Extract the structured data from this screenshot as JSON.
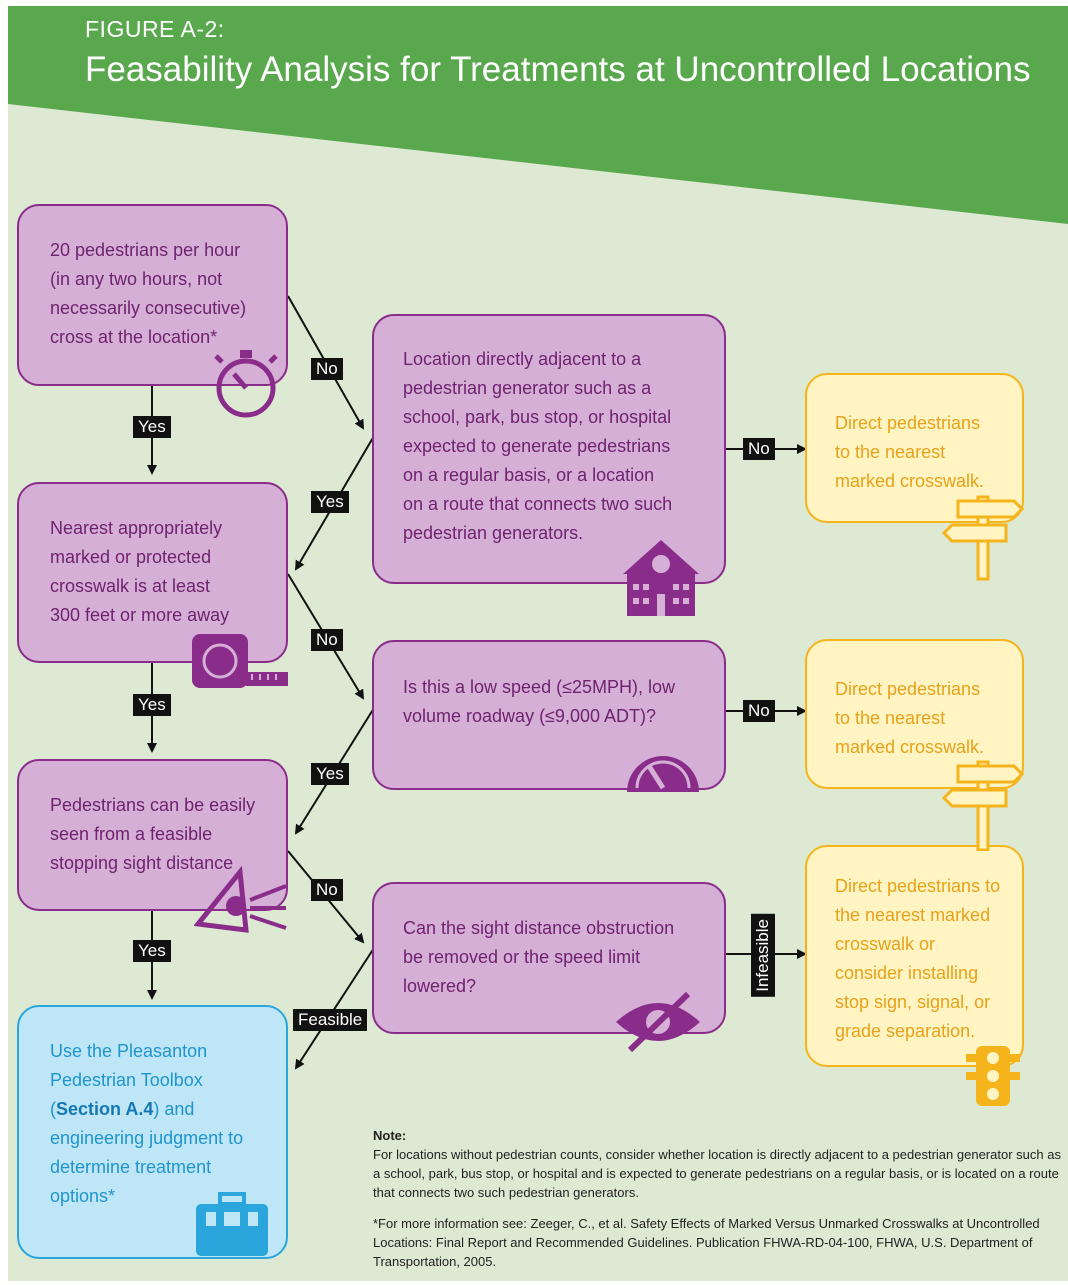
{
  "figure": {
    "number": "FIGURE A-2:",
    "title": "Feasability Analysis for Treatments at Uncontrolled Locations"
  },
  "colors": {
    "banner_green": "#5aa84e",
    "background": "#dde9d2",
    "purple_fill": "#d6afd6",
    "purple_border": "#8a2d8a",
    "yellow_fill": "#fff4c2",
    "yellow_border": "#f5b41c",
    "blue_fill": "#bfe6f7",
    "blue_border": "#2aa6dc"
  },
  "nodes": {
    "q_pedestrians": [
      "20 pedestrians per hour",
      "(in any two hours, not",
      "necessarily consecutive)",
      "cross at the location*"
    ],
    "q_generator": [
      "Location directly adjacent to a",
      "pedestrian generator such as a",
      "school, park, bus stop, or hospital",
      "expected to generate pedestrians",
      "on a regular basis, or a location",
      "on a route that connects two such",
      "pedestrian generators."
    ],
    "q_crosswalk": [
      "Nearest appropriately",
      "marked or protected",
      "crosswalk is at least",
      "300 feet or more away"
    ],
    "q_lowspeed": [
      "Is this a low speed (≤25MPH), low",
      "volume roadway (≤9,000 ADT)?"
    ],
    "q_sight": [
      "Pedestrians can be easily",
      "seen from a feasible",
      "stopping sight distance"
    ],
    "q_obstruction": [
      "Can the sight distance obstruction",
      "be removed or the speed limit",
      "lowered?"
    ],
    "out_direct_1": [
      "Direct pedestrians",
      "to the nearest",
      "marked crosswalk."
    ],
    "out_direct_2": [
      "Direct pedestrians",
      "to the nearest",
      "marked crosswalk."
    ],
    "out_direct_3": [
      "Direct pedestrians to",
      "the nearest marked",
      "crosswalk or",
      "consider installing",
      "stop sign, signal, or",
      "grade separation."
    ],
    "out_toolbox": {
      "l1": "Use the Pleasanton",
      "l2": "Pedestrian Toolbox",
      "l3_open": "(",
      "l3_bold": "Section A.4",
      "l3_rest": ") and",
      "l4": "engineering judgment to",
      "l5": "determine treatment",
      "l6": "options*"
    }
  },
  "labels": {
    "yes": "Yes",
    "no": "No",
    "feasible": "Feasible",
    "infeasible": "Infeasible"
  },
  "icons": [
    "stopwatch-icon",
    "school-icon",
    "tape-measure-icon",
    "speedometer-icon",
    "eye-icon",
    "eye-slash-icon",
    "signpost-icon",
    "traffic-light-icon",
    "toolbox-icon"
  ],
  "note": {
    "heading": "Note:",
    "body": "For locations without pedestrian counts, consider whether location is directly adjacent to a pedestrian generator such as a school, park, bus stop, or hospital and is expected to generate pedestrians on a regular basis, or is located on a route that connects two such pedestrian generators.",
    "reference": "*For more information see: Zeeger, C., et al. Safety Effects of Marked Versus Unmarked Crosswalks at Uncontrolled Locations: Final Report and Recommended Guidelines. Publication FHWA-RD-04-100, FHWA, U.S. Department of Transportation, 2005."
  }
}
